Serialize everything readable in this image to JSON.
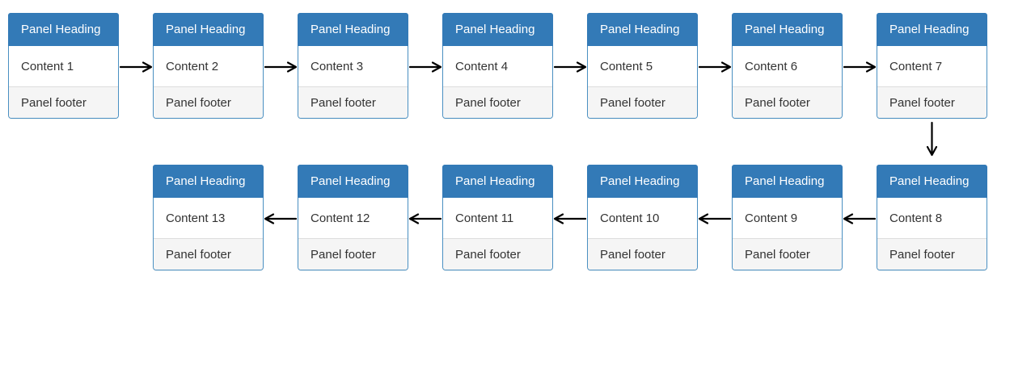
{
  "panel_template": {
    "heading": "Panel Heading",
    "footer": "Panel footer"
  },
  "panels": [
    {
      "id": 1,
      "content": "Content 1",
      "row": 0,
      "col": 0
    },
    {
      "id": 2,
      "content": "Content 2",
      "row": 0,
      "col": 1
    },
    {
      "id": 3,
      "content": "Content 3",
      "row": 0,
      "col": 2
    },
    {
      "id": 4,
      "content": "Content 4",
      "row": 0,
      "col": 3
    },
    {
      "id": 5,
      "content": "Content 5",
      "row": 0,
      "col": 4
    },
    {
      "id": 6,
      "content": "Content 6",
      "row": 0,
      "col": 5
    },
    {
      "id": 7,
      "content": "Content 7",
      "row": 0,
      "col": 6
    },
    {
      "id": 8,
      "content": "Content 8",
      "row": 1,
      "col": 6
    },
    {
      "id": 9,
      "content": "Content 9",
      "row": 1,
      "col": 5
    },
    {
      "id": 10,
      "content": "Content 10",
      "row": 1,
      "col": 4
    },
    {
      "id": 11,
      "content": "Content 11",
      "row": 1,
      "col": 3
    },
    {
      "id": 12,
      "content": "Content 12",
      "row": 1,
      "col": 2
    },
    {
      "id": 13,
      "content": "Content 13",
      "row": 1,
      "col": 1
    }
  ],
  "connections": [
    {
      "from": 1,
      "to": 2,
      "direction": "right"
    },
    {
      "from": 2,
      "to": 3,
      "direction": "right"
    },
    {
      "from": 3,
      "to": 4,
      "direction": "right"
    },
    {
      "from": 4,
      "to": 5,
      "direction": "right"
    },
    {
      "from": 5,
      "to": 6,
      "direction": "right"
    },
    {
      "from": 6,
      "to": 7,
      "direction": "right"
    },
    {
      "from": 7,
      "to": 8,
      "direction": "down"
    },
    {
      "from": 8,
      "to": 9,
      "direction": "left"
    },
    {
      "from": 9,
      "to": 10,
      "direction": "left"
    },
    {
      "from": 10,
      "to": 11,
      "direction": "left"
    },
    {
      "from": 11,
      "to": 12,
      "direction": "left"
    },
    {
      "from": 12,
      "to": 13,
      "direction": "left"
    }
  ],
  "colors": {
    "header_bg": "#337ab7",
    "header_text": "#ffffff",
    "body_text": "#333333",
    "footer_bg": "#f5f5f5",
    "panel_border": "#4a90c2",
    "divider": "#dddddd",
    "arrow": "#000000"
  }
}
